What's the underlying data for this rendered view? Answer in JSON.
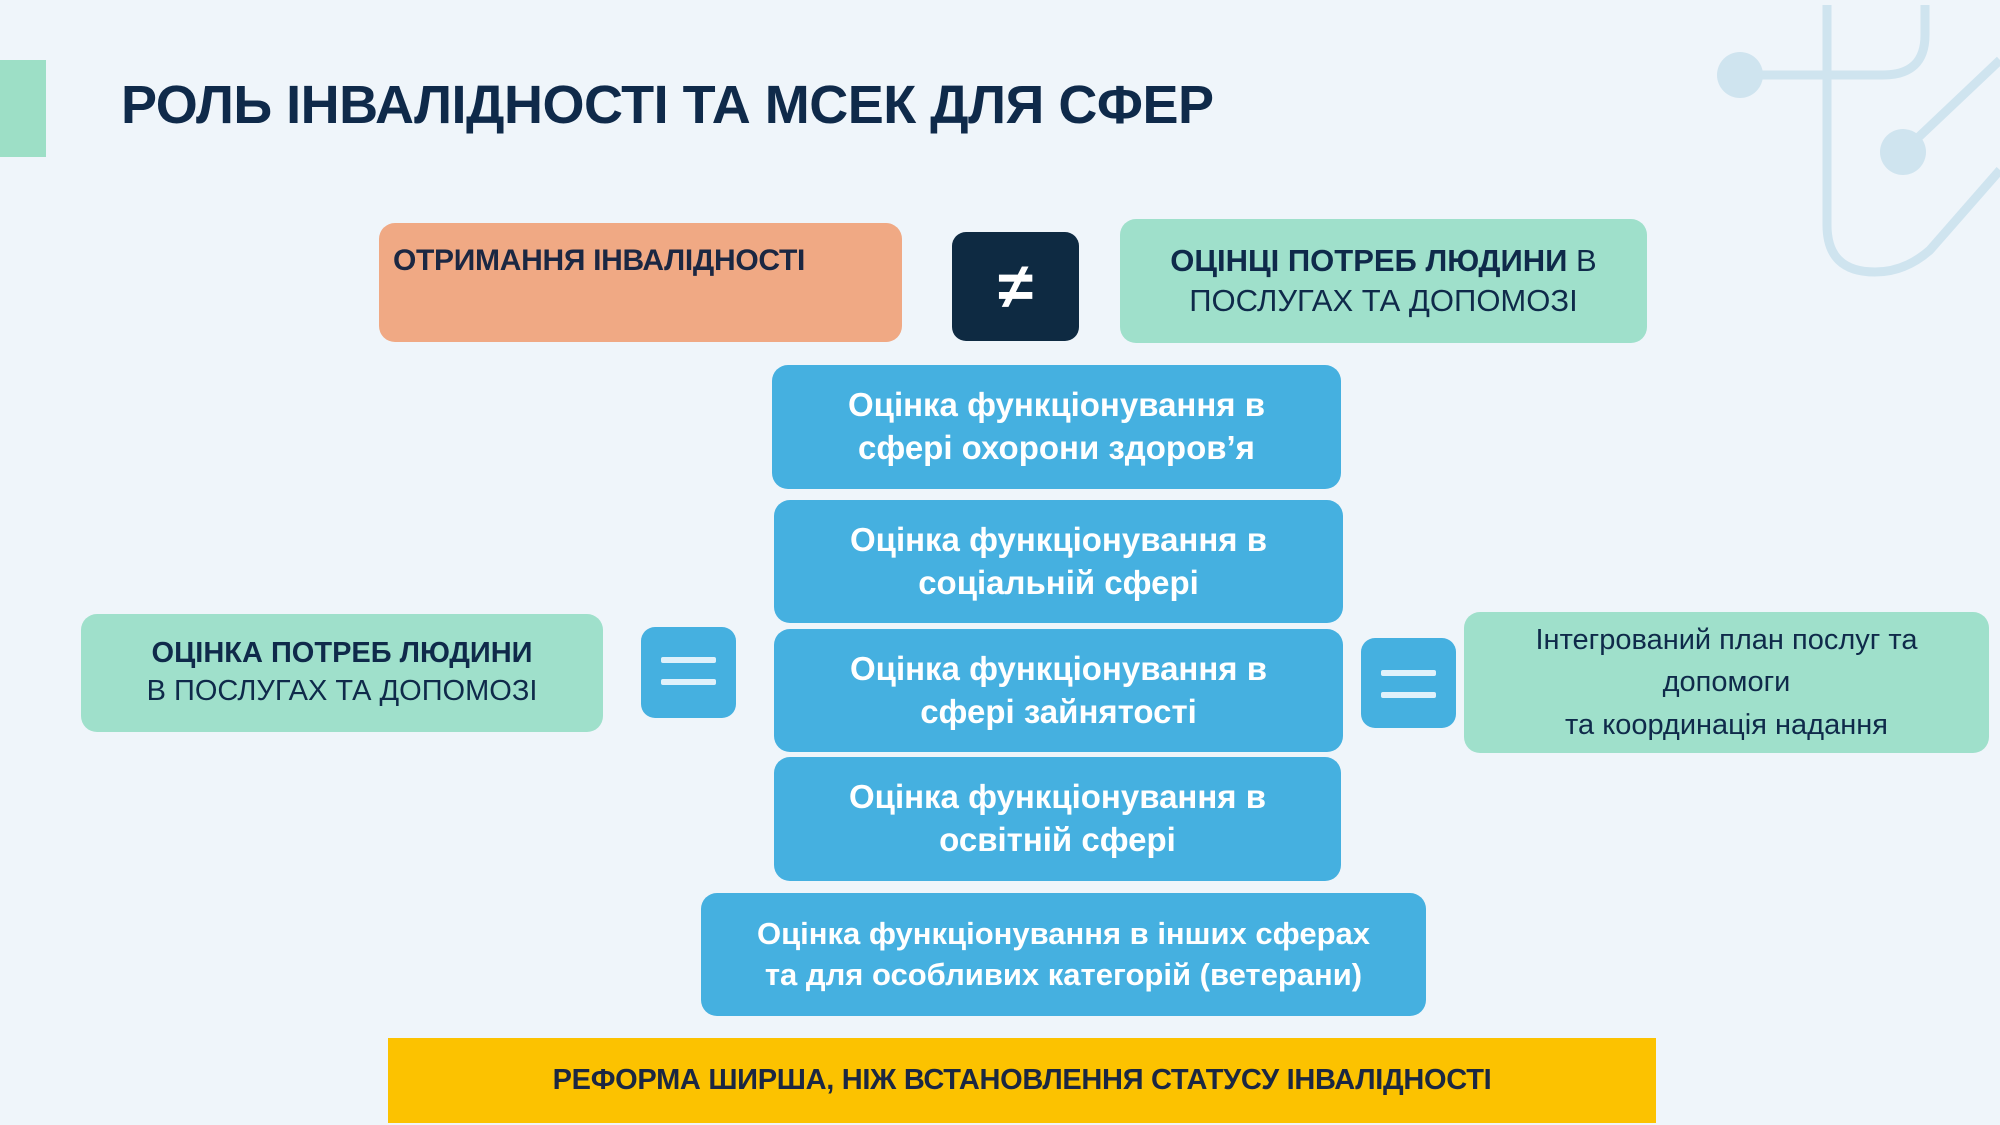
{
  "title": "РОЛЬ ІНВАЛІДНОСТІ ТА МСЕК ДЛЯ СФЕР",
  "top_row": {
    "obtaining": "ОТРИМАННЯ ІНВАЛІДНОСТІ",
    "not_equal_symbol": "≠",
    "needs_assessment_bold": "ОЦІНЦІ ПОТРЕБ ЛЮДИНИ",
    "needs_assessment_rest": " В ПОСЛУГАХ ТА ДОПОМОЗІ"
  },
  "left_box": {
    "bold": "ОЦІНКА ПОТРЕБ ЛЮДИНИ",
    "rest": " В ПОСЛУГАХ ТА ДОПОМОЗІ"
  },
  "assessments": [
    {
      "line1": "Оцінка функціонування в",
      "line2": "сфері охорони здоров’я"
    },
    {
      "line1": "Оцінка функціонування в",
      "line2": "соціальній сфері"
    },
    {
      "line1": "Оцінка функціонування в",
      "line2": "сфері зайнятості"
    },
    {
      "line1": "Оцінка функціонування в",
      "line2": "освітній сфері"
    },
    {
      "line1": "Оцінка функціонування в інших сферах",
      "line2": "та для особливих категорій (ветерани)"
    }
  ],
  "right_box": {
    "line1": "Інтегрований план послуг та",
    "line2": "допомоги",
    "line3": "та координація надання"
  },
  "footer": "РЕФОРМА ШИРША, НІЖ ВСТАНОВЛЕННЯ СТАТУСУ ІНВАЛІДНОСТІ",
  "colors": {
    "navy": "#0f2a4a",
    "orange": "#f0a984",
    "green": "#9fe0cb",
    "blue": "#45b0e0",
    "yellow": "#fcc200"
  }
}
